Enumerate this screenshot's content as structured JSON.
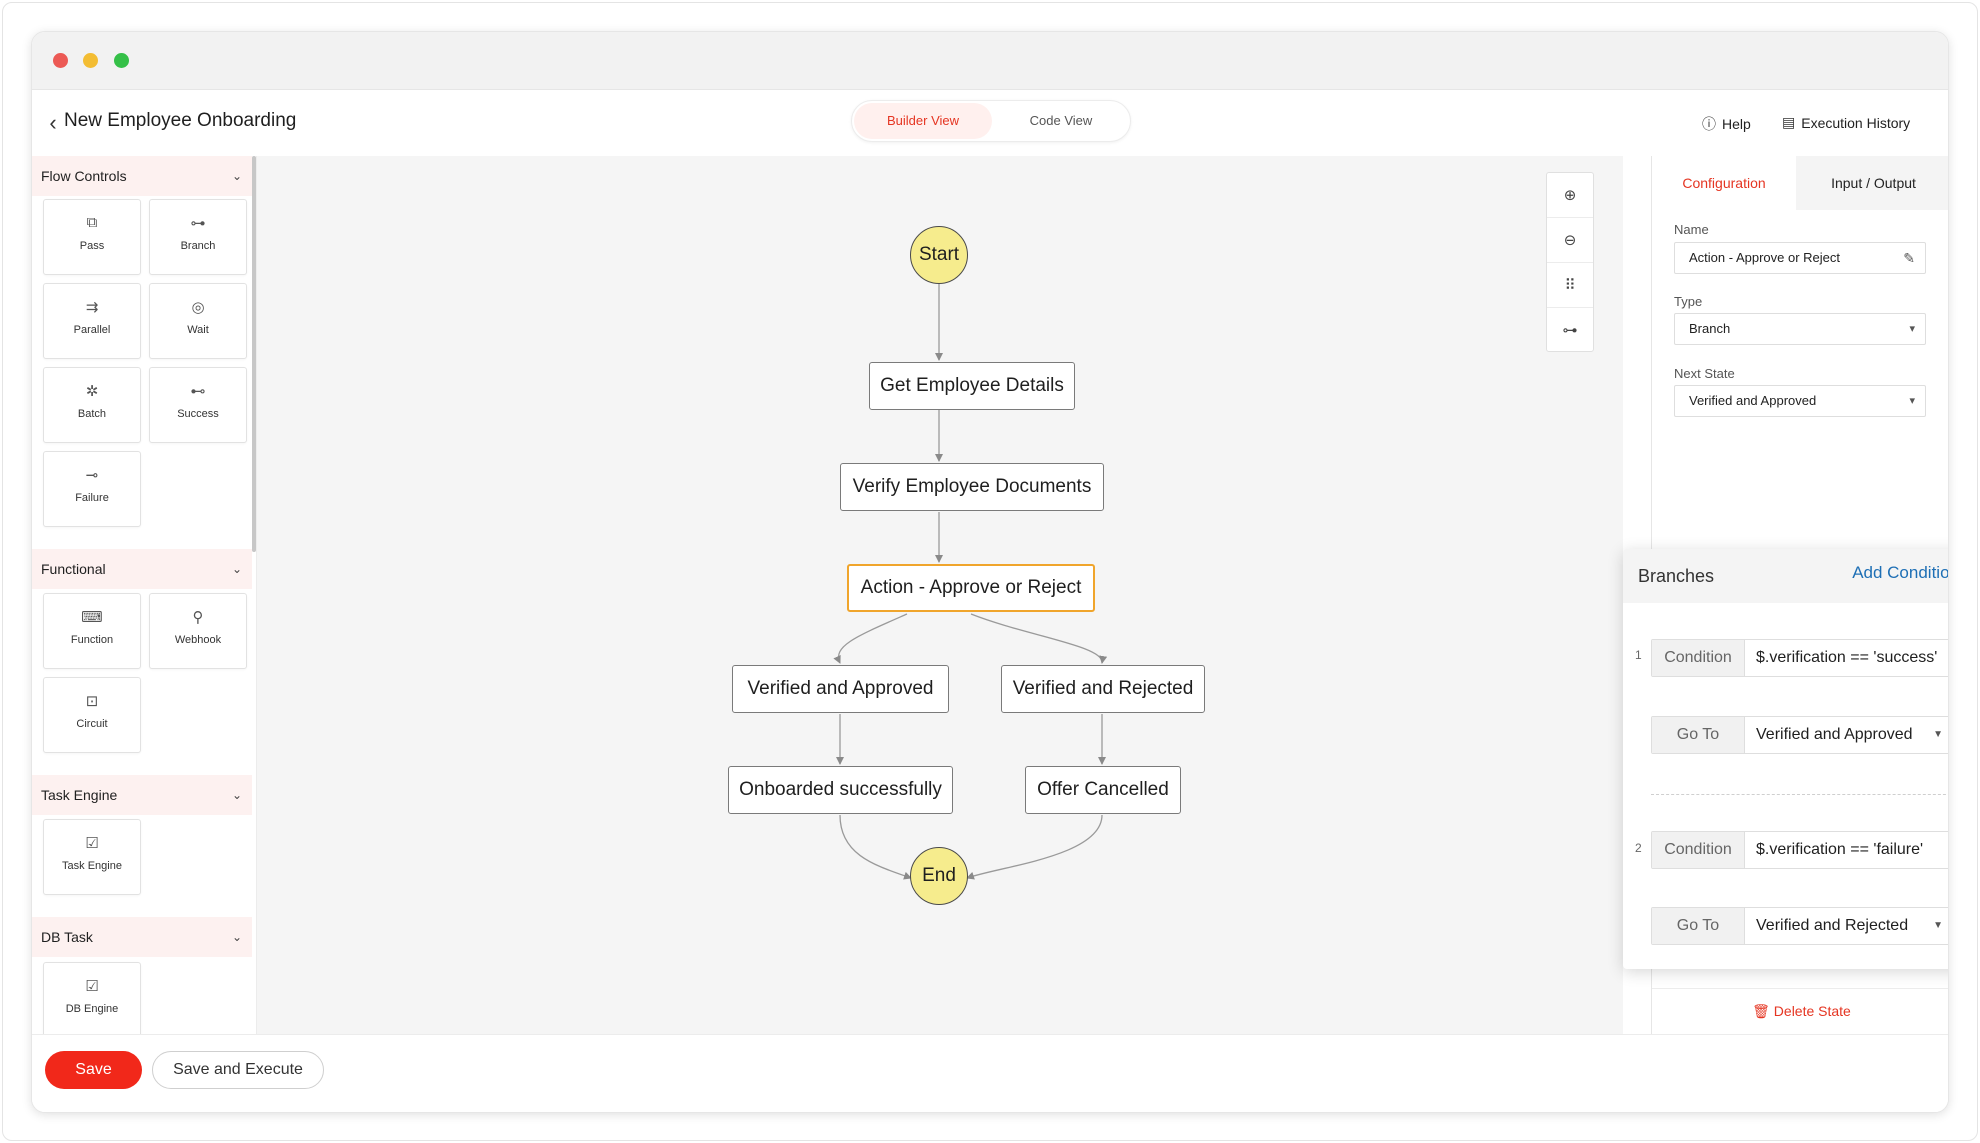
{
  "header": {
    "title": "New Employee Onboarding",
    "view_toggle": {
      "builder": "Builder View",
      "code": "Code View"
    },
    "help": "Help",
    "history": "Execution History"
  },
  "sidebar": {
    "sections": [
      {
        "title": "Flow Controls",
        "items": [
          "Pass",
          "Branch",
          "Parallel",
          "Wait",
          "Batch",
          "Success",
          "Failure"
        ]
      },
      {
        "title": "Functional",
        "items": [
          "Function",
          "Webhook",
          "Circuit"
        ]
      },
      {
        "title": "Task Engine",
        "items": [
          "Task Engine"
        ]
      },
      {
        "title": "DB Task",
        "items": [
          "DB Engine"
        ]
      }
    ]
  },
  "flow": {
    "start": "Start",
    "get_details": "Get Employee Details",
    "verify_docs": "Verify Employee Documents",
    "action": "Action - Approve or Reject",
    "verified_approved": "Verified and  Approved",
    "verified_rejected": "Verified and Rejected",
    "onboarded": "Onboarded successfully",
    "offer_cancelled": "Offer Cancelled",
    "end": "End"
  },
  "config": {
    "tabs": {
      "configuration": "Configuration",
      "io": "Input / Output"
    },
    "name_label": "Name",
    "name_value": "Action - Approve or Reject",
    "type_label": "Type",
    "type_value": "Branch",
    "next_label": "Next State",
    "next_value": "Verified and Approved",
    "delete": "Delete State"
  },
  "branches": {
    "title": "Branches",
    "add": "Add Condition",
    "rows": [
      {
        "num": "1",
        "condition_label": "Condition",
        "condition": "$.verification == 'success'",
        "goto_label": "Go To",
        "goto": "Verified and Approved"
      },
      {
        "num": "2",
        "condition_label": "Condition",
        "condition": "$.verification == 'failure'",
        "goto_label": "Go To",
        "goto": "Verified and Rejected"
      }
    ]
  },
  "footer": {
    "save": "Save",
    "save_execute": "Save and Execute"
  },
  "colors": {
    "accent": "#e53522",
    "terminal": "#f6ec8d",
    "selected_border": "#f0a52c",
    "link": "#1e6fb5"
  },
  "icons": {
    "zoom": [
      "zoom-in-icon",
      "zoom-out-icon",
      "grid-icon",
      "layout-icon"
    ]
  }
}
